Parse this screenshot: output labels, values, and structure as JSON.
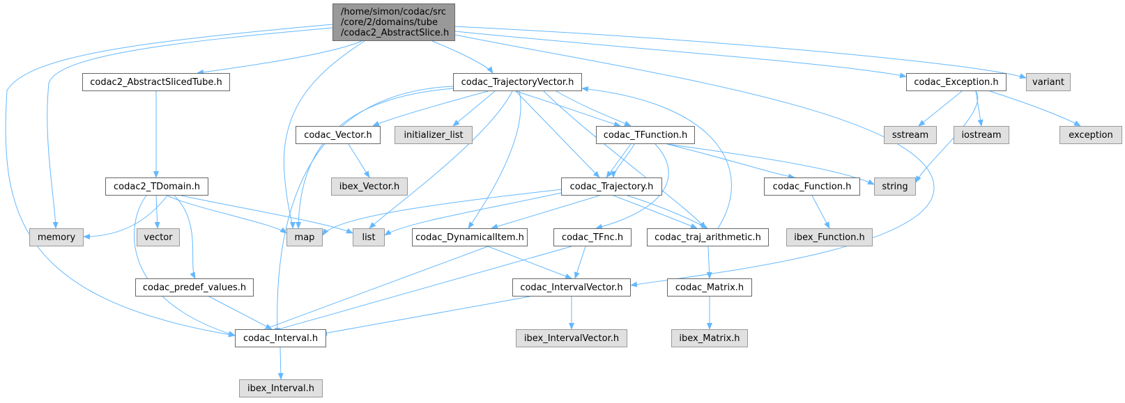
{
  "root": {
    "lines": [
      "/home/simon/codac/src",
      "/core/2/domains/tube",
      "/codac2_AbstractSlice.h"
    ]
  },
  "nodes": {
    "abstract_sliced_tube": "codac2_AbstractSlicedTube.h",
    "trajectory_vector": "codac_TrajectoryVector.h",
    "exception": "codac_Exception.h",
    "variant": "variant",
    "tdomain": "codac2_TDomain.h",
    "vector_h": "codac_Vector.h",
    "initializer_list": "initializer_list",
    "tfunction": "codac_TFunction.h",
    "sstream": "sstream",
    "iostream": "iostream",
    "exception_std": "exception",
    "ibex_vector": "ibex_Vector.h",
    "trajectory": "codac_Trajectory.h",
    "function": "codac_Function.h",
    "string": "string",
    "memory": "memory",
    "vector": "vector",
    "map": "map",
    "list": "list",
    "dynamical_item": "codac_DynamicalItem.h",
    "tfnc": "codac_TFnc.h",
    "traj_arithmetic": "codac_traj_arithmetic.h",
    "ibex_function": "ibex_Function.h",
    "predef_values": "codac_predef_values.h",
    "interval_vector": "codac_IntervalVector.h",
    "matrix": "codac_Matrix.h",
    "interval": "codac_Interval.h",
    "ibex_interval_vector": "ibex_IntervalVector.h",
    "ibex_matrix": "ibex_Matrix.h",
    "ibex_interval": "ibex_Interval.h"
  },
  "colors": {
    "edge": "#63b8ff",
    "root_fill": "#999999",
    "local_fill": "#ffffff",
    "local_border": "#666666",
    "external_fill": "#e0e0e0",
    "external_border": "#999999"
  }
}
